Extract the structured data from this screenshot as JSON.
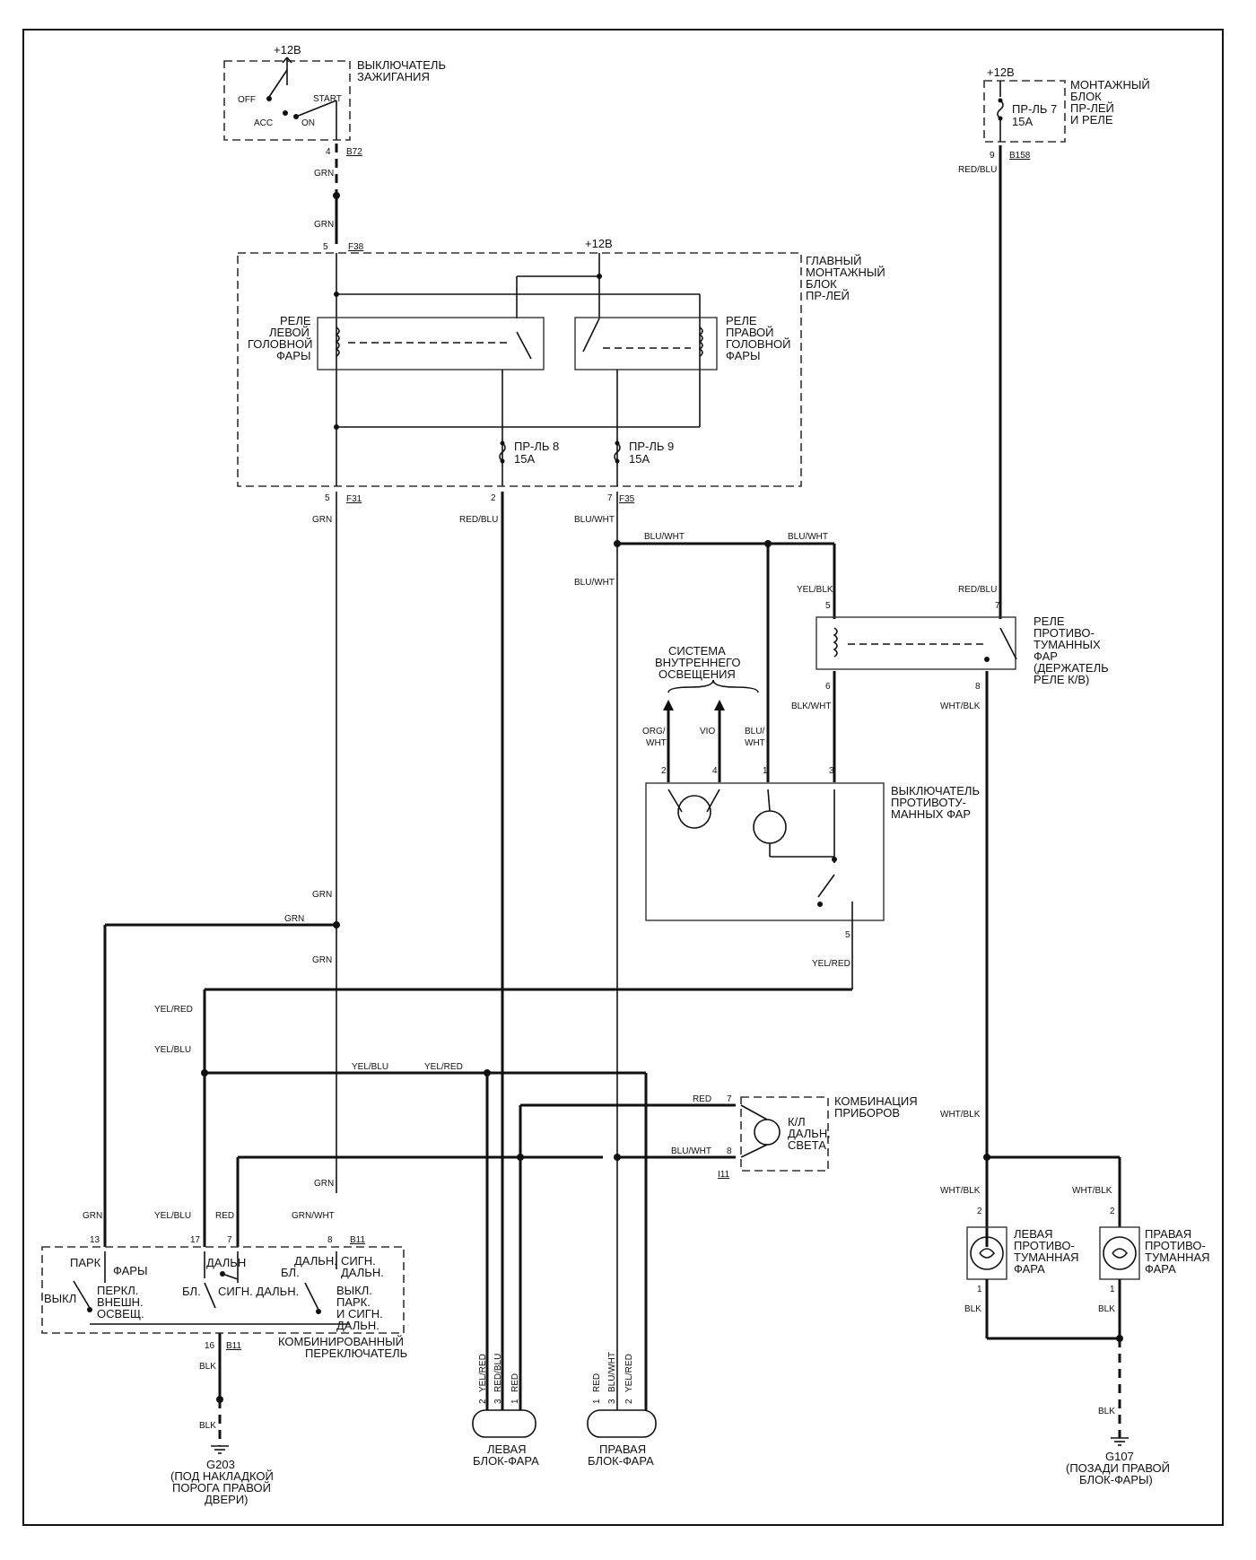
{
  "ignition": {
    "voltage": "+12В",
    "title": [
      "ВЫКЛЮЧАТЕЛЬ",
      "ЗАЖИГАНИЯ"
    ],
    "off": "OFF",
    "acc": "ACC",
    "on": "ON",
    "start": "START",
    "pin": "4",
    "conn": "B72"
  },
  "wires": {
    "grn": "GRN",
    "red_blu": "RED/BLU",
    "blu_wht": "BLU/WHT",
    "yel_blk": "YEL/BLK",
    "blk_wht": "BLK/WHT",
    "wht_blk": "WHT/BLK",
    "yel_red": "YEL/RED",
    "yel_blu": "YEL/BLU",
    "red": "RED",
    "grn_wht": "GRN/WHT",
    "blk": "BLK",
    "org_wht": [
      "ORG/",
      "WHT"
    ],
    "vio": "VIO",
    "blu_wht_split": [
      "BLU/",
      "WHT"
    ]
  },
  "fuse_block": {
    "voltage": "+12В",
    "title": [
      "МОНТАЖНЫЙ",
      "БЛОК",
      "ПР-ЛЕЙ",
      "И РЕЛЕ"
    ],
    "fuse": [
      "ПР-ЛЬ 7",
      "15А"
    ],
    "pin": "9",
    "conn": "B158"
  },
  "main_block": {
    "voltage": "+12В",
    "title": [
      "ГЛАВНЫЙ",
      "МОНТАЖНЫЙ",
      "БЛОК",
      "ПР-ЛЕЙ"
    ],
    "left_relay": [
      "РЕЛЕ",
      "ЛЕВОЙ",
      "ГОЛОВНОЙ",
      "ФАРЫ"
    ],
    "right_relay": [
      "РЕЛЕ",
      "ПРАВОЙ",
      "ГОЛОВНОЙ",
      "ФАРЫ"
    ],
    "fuse8": [
      "ПР-ЛЬ 8",
      "15А"
    ],
    "fuse9": [
      "ПР-ЛЬ 9",
      "15А"
    ],
    "in_pin": "5",
    "in_conn": "F38",
    "out_pin_l": "5",
    "out_conn_l": "F31",
    "out_pin_m": "2",
    "out_pin_r": "7",
    "out_conn_r": "F35"
  },
  "fog_relay": {
    "title": [
      "РЕЛЕ",
      "ПРОТИВО-",
      "ТУМАННЫХ",
      "ФАР",
      "(ДЕРЖАТЕЛЬ",
      "РЕЛЕ К/В)"
    ],
    "pin5": "5",
    "pin6": "6",
    "pin7": "7",
    "pin8": "8"
  },
  "interior": {
    "title": [
      "СИСТЕМА",
      "ВНУТРЕННЕГО",
      "ОСВЕЩЕНИЯ"
    ]
  },
  "fog_switch": {
    "title": [
      "ВЫКЛЮЧАТЕЛЬ",
      "ПРОТИВОТУ-",
      "МАННЫХ ФАР"
    ],
    "pins": [
      "2",
      "4",
      "1",
      "3"
    ],
    "pin5": "5"
  },
  "cluster": {
    "title": [
      "КОМБИНАЦИЯ",
      "ПРИБОРОВ"
    ],
    "lamp": [
      "К/Л",
      "ДАЛЬН.",
      "СВЕТА"
    ],
    "pin7": "7",
    "pin8": "8",
    "conn": "I11"
  },
  "combo_switch": {
    "title": [
      "КОМБИНИРОВАННЫЙ",
      "ПЕРЕКЛЮЧАТЕЛЬ"
    ],
    "pins": [
      "13",
      "17",
      "7",
      "8"
    ],
    "conn": "B11",
    "bottom_pin": "16",
    "bottom_conn": "B11",
    "park": "ПАРК",
    "lights": "ФАРЫ",
    "off": "ВЫКЛ",
    "perkl": [
      "ПЕРКЛ.",
      "ВНЕШН.",
      "ОСВЕЩ."
    ],
    "dal": "ДАЛЬН",
    "bl": "БЛ.",
    "sign_dal": "СИГН. ДАЛЬН.",
    "dal2": "ДАЛЬН.",
    "bl2": "БЛ.",
    "sign2": [
      "СИГН.",
      "ДАЛЬН."
    ],
    "vykl": [
      "ВЫКЛ.",
      "ПАРК.",
      "И СИГН.",
      "ДАЛЬН."
    ]
  },
  "left_head": {
    "title": [
      "ЛЕВАЯ",
      "БЛОК-ФАРА"
    ],
    "pins": [
      "2",
      "3",
      "1"
    ],
    "wires": [
      "YEL/RED",
      "RED/BLU",
      "RED"
    ]
  },
  "right_head": {
    "title": [
      "ПРАВАЯ",
      "БЛОК-ФАРА"
    ],
    "pins": [
      "1",
      "3",
      "2"
    ],
    "wires": [
      "RED",
      "BLU/WHT",
      "YEL/RED"
    ]
  },
  "left_fog": {
    "title": [
      "ЛЕВАЯ",
      "ПРОТИВО-",
      "ТУМАННАЯ",
      "ФАРА"
    ],
    "pin_top": "2",
    "pin_bot": "1"
  },
  "right_fog": {
    "title": [
      "ПРАВАЯ",
      "ПРОТИВО-",
      "ТУМАННАЯ",
      "ФАРА"
    ],
    "pin_top": "2",
    "pin_bot": "1"
  },
  "ground_g203": {
    "name": "G203",
    "desc": [
      "(ПОД НАКЛАДКОЙ",
      "ПОРОГА ПРАВОЙ",
      "ДВЕРИ)"
    ]
  },
  "ground_g107": {
    "name": "G107",
    "desc": [
      "(ПОЗАДИ ПРАВОЙ",
      "БЛОК-ФАРЫ)"
    ]
  }
}
